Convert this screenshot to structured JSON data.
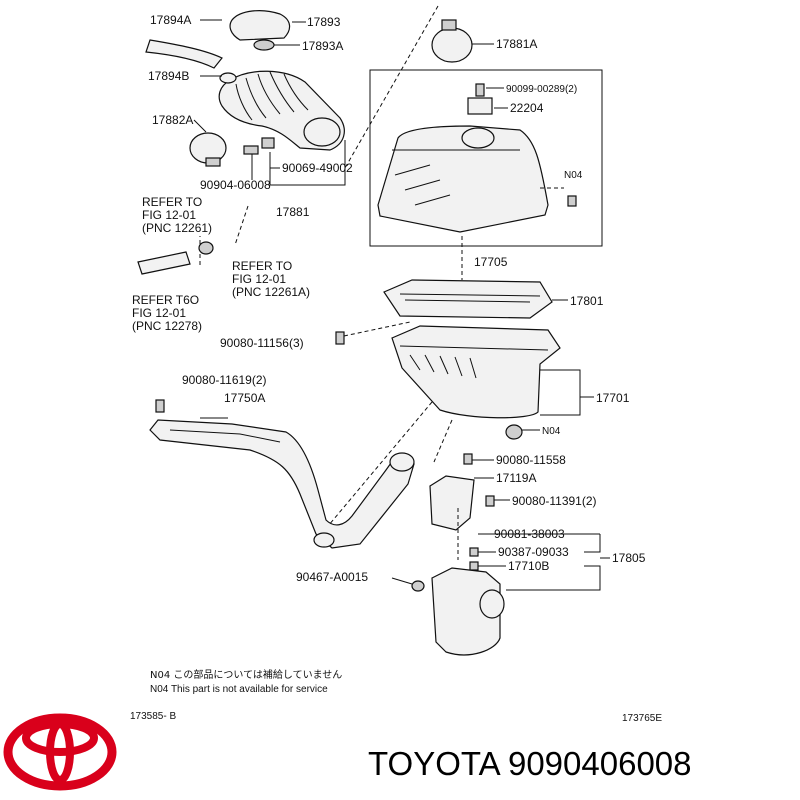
{
  "parts": {
    "p17894A": "17894A",
    "p17893": "17893",
    "p17893A": "17893A",
    "p17881A": "17881A",
    "p17894B": "17894B",
    "p90099": "90099-00289(2)",
    "p22204": "22204",
    "p17882A": "17882A",
    "pN04a": "N04",
    "p90069": "90069-49002",
    "p90904": "90904-06008",
    "p17881": "17881",
    "p17705": "17705",
    "p17801": "17801",
    "p90080_11156": "90080-11156(3)",
    "p90080_11619": "90080-11619(2)",
    "p17750A": "17750A",
    "p17701": "17701",
    "pN04b": "N04",
    "p90080_11558": "90080-11558",
    "p17119A": "17119A",
    "p90080_11391": "90080-11391(2)",
    "p90081": "90081-38003",
    "p90387": "90387-09033",
    "p17805": "17805",
    "p17710B": "17710B",
    "p90467": "90467-A0015"
  },
  "refs": {
    "r1": [
      "REFER TO",
      "FIG 12-01",
      "(PNC 12261)"
    ],
    "r2": [
      "REFER TO",
      "FIG 12-01",
      "(PNC 12261A)"
    ],
    "r3": [
      "REFER T6O",
      "FIG 12-01",
      "(PNC 12278)"
    ]
  },
  "notes": {
    "jp": "N04  この部品については補給していません",
    "en": "N04  This part is not available for service"
  },
  "codes": {
    "left": "173585- B",
    "right": "173765E"
  },
  "brand": {
    "text": "TOYOTA 9090406008",
    "logo_color": "#d9001b"
  }
}
